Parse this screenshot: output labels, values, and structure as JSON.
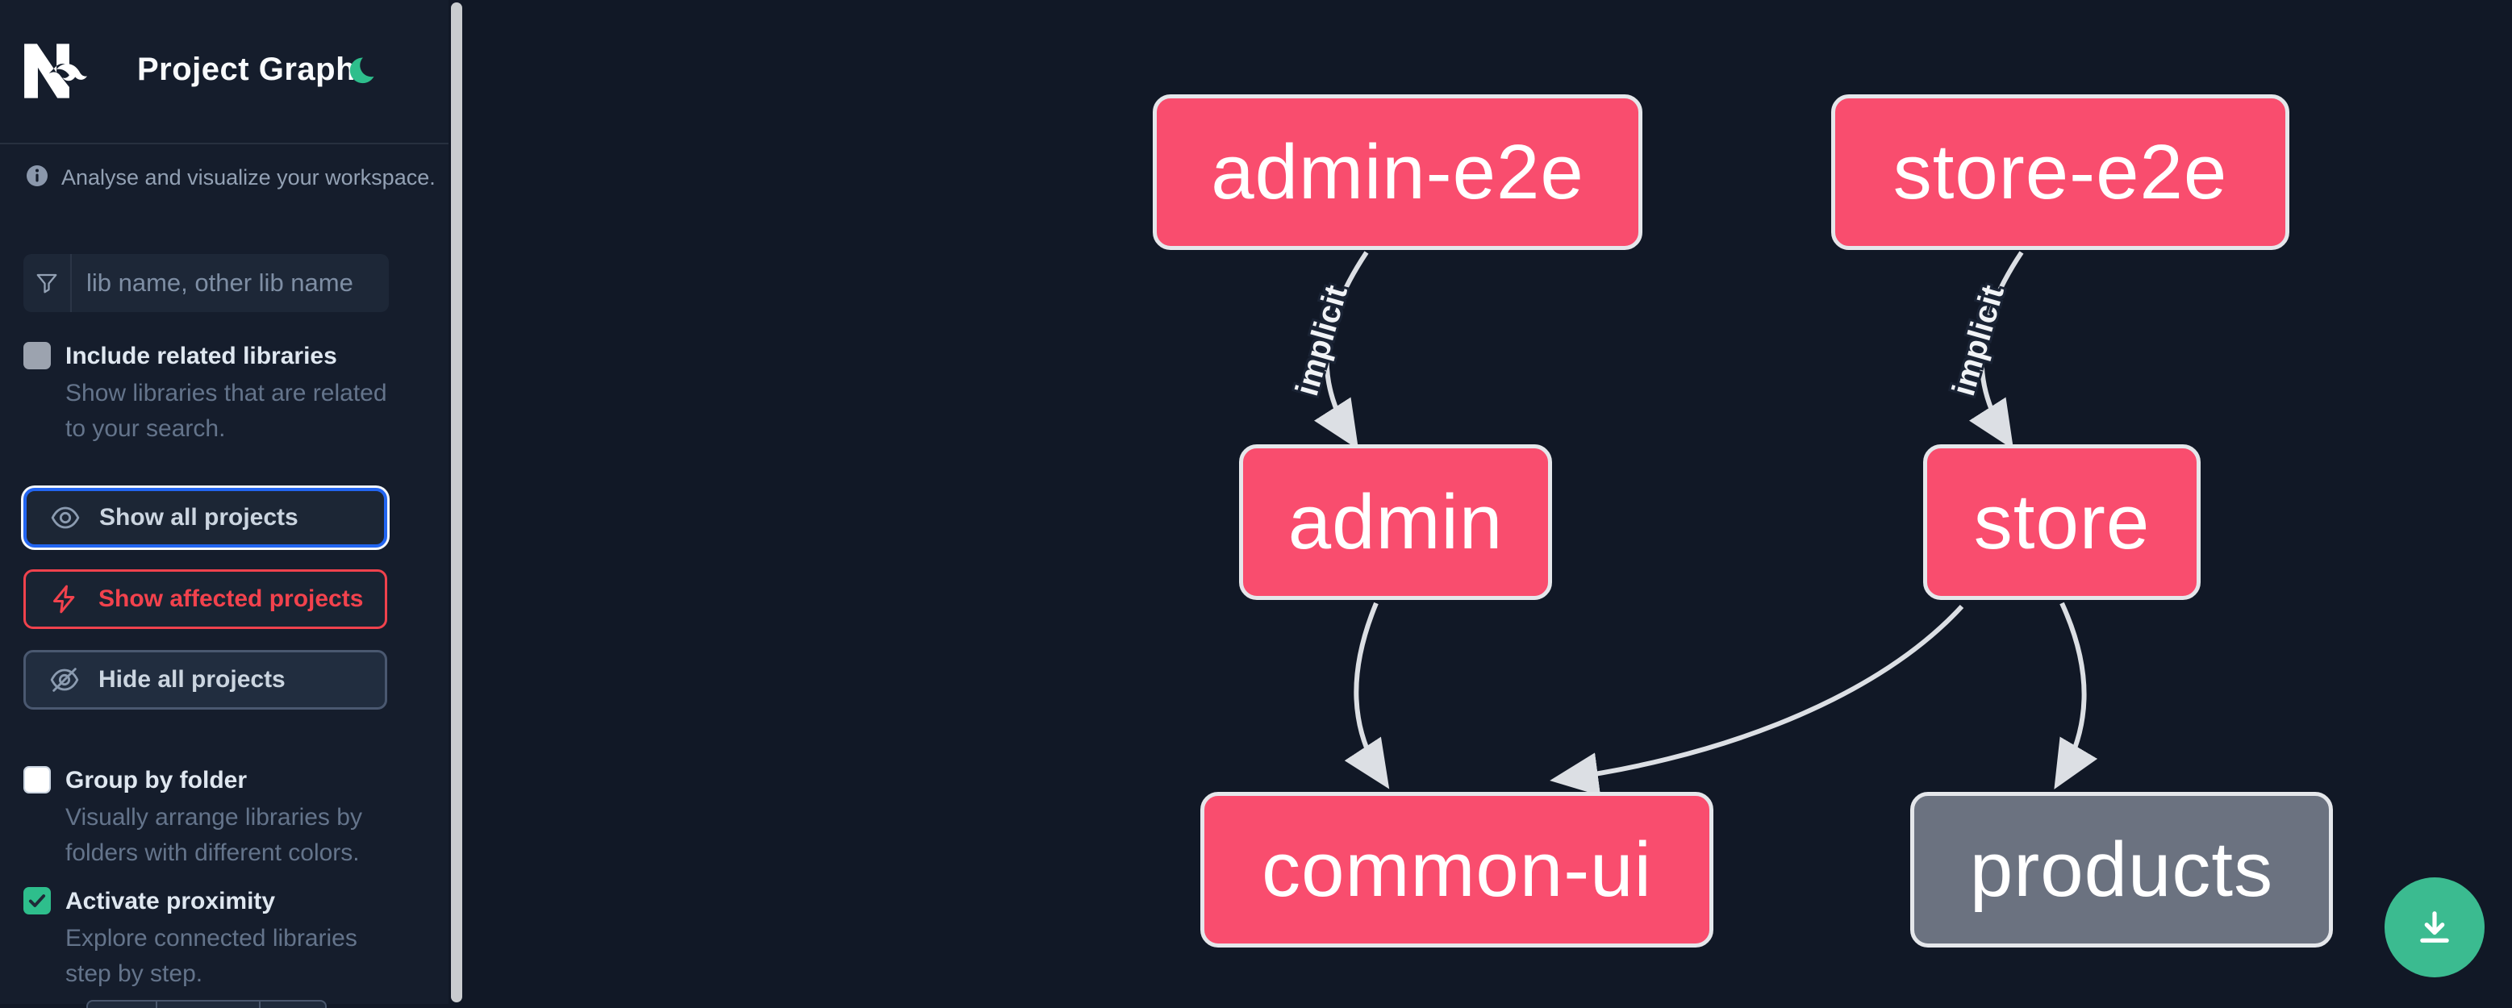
{
  "app": {
    "title": "Project Graph",
    "logo": "Nx",
    "theme_icon": "moon-icon"
  },
  "colors": {
    "sidebar_bg": "#151d2c",
    "canvas_bg": "#111826",
    "node_affected_pink": "#f94d6e",
    "node_neutral_gray": "#6b7280",
    "node_border": "#e5e7eb",
    "edge_gray": "#dcdfe4",
    "focus_blue": "#2265f1",
    "danger_red": "#f0424d",
    "accent_green": "#2ebe8c",
    "fab_green": "#3bbb90"
  },
  "sidebar": {
    "info_text": "Analyse and visualize your workspace.",
    "search": {
      "placeholder": "lib name, other lib name",
      "value": "",
      "icon": "filter-icon"
    },
    "toggles": [
      {
        "label": "Include related libraries",
        "description": "Show libraries that are related to your search.",
        "checked": false,
        "state": "disabled"
      },
      {
        "label": "Group by folder",
        "description": "Visually arrange libraries by folders with different colors.",
        "checked": false,
        "state": "enabled"
      },
      {
        "label": "Activate proximity",
        "description": "Explore connected libraries step by step.",
        "checked": true,
        "state": "enabled"
      }
    ],
    "actions": [
      {
        "label": "Show all projects",
        "icon": "eye-icon",
        "state": "focused"
      },
      {
        "label": "Show affected projects",
        "icon": "bolt-icon",
        "state": "affected"
      },
      {
        "label": "Hide all projects",
        "icon": "eye-off-icon",
        "state": "default"
      }
    ]
  },
  "graph": {
    "nodes": [
      {
        "id": "admin-e2e",
        "label": "admin-e2e",
        "color": "pink"
      },
      {
        "id": "store-e2e",
        "label": "store-e2e",
        "color": "pink"
      },
      {
        "id": "admin",
        "label": "admin",
        "color": "pink"
      },
      {
        "id": "store",
        "label": "store",
        "color": "pink"
      },
      {
        "id": "common-ui",
        "label": "common-ui",
        "color": "pink"
      },
      {
        "id": "products",
        "label": "products",
        "color": "gray"
      }
    ],
    "edges": [
      {
        "from": "admin-e2e",
        "to": "admin",
        "label": "implicit"
      },
      {
        "from": "store-e2e",
        "to": "store",
        "label": "implicit"
      },
      {
        "from": "admin",
        "to": "common-ui",
        "label": ""
      },
      {
        "from": "store",
        "to": "common-ui",
        "label": ""
      },
      {
        "from": "store",
        "to": "products",
        "label": ""
      }
    ]
  },
  "fab": {
    "icon": "download-icon"
  }
}
